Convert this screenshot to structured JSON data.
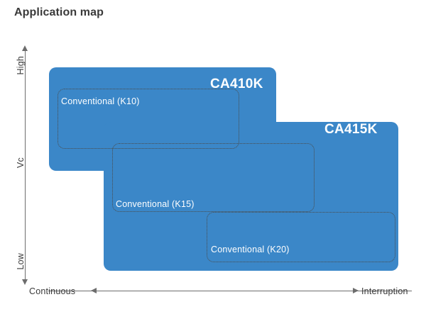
{
  "title": "Application map",
  "axes": {
    "y": {
      "top_label": "High",
      "middle_label": "Vc",
      "bottom_label": "Low"
    },
    "x": {
      "left_label": "Continuous",
      "right_label": "Interruption"
    }
  },
  "regions": [
    {
      "name": "CA410K"
    },
    {
      "name": "CA415K"
    }
  ],
  "conventional": [
    {
      "name": "Conventional (K10)"
    },
    {
      "name": "Conventional (K15)"
    },
    {
      "name": "Conventional (K20)"
    }
  ],
  "colors": {
    "region_fill": "#3b87c8",
    "axis": "#6d6d6d",
    "text": "#3a3a3a",
    "region_label": "#ffffff",
    "dotted_border": "#4a4a4a"
  },
  "chart_data": {
    "type": "area",
    "title": "Application map",
    "xlabel": "",
    "ylabel": "Vc",
    "xlim": [
      0,
      1
    ],
    "ylim": [
      0,
      1
    ],
    "x_tick_labels": [
      "Continuous",
      "Interruption"
    ],
    "y_tick_labels": [
      "Low",
      "High"
    ],
    "grid": false,
    "legend": "none",
    "annotations": [
      "CA410K",
      "CA415K",
      "Conventional (K10)",
      "Conventional (K15)",
      "Conventional (K20)"
    ],
    "series": [
      {
        "name": "CA410K",
        "kind": "solid-region",
        "color": "#3b87c8",
        "x_range": [
          0.0,
          0.627
        ],
        "y_range": [
          0.512,
          0.953
        ]
      },
      {
        "name": "CA415K",
        "kind": "solid-region",
        "color": "#3b87c8",
        "x_range": [
          0.152,
          0.963
        ],
        "y_range": [
          0.085,
          0.721
        ]
      },
      {
        "name": "Conventional (K10)",
        "kind": "dotted-region",
        "x_range": [
          0.025,
          0.525
        ],
        "y_range": [
          0.603,
          0.861
        ]
      },
      {
        "name": "Conventional (K15)",
        "kind": "dotted-region",
        "x_range": [
          0.176,
          0.733
        ],
        "y_range": [
          0.336,
          0.63
        ]
      },
      {
        "name": "Conventional (K20)",
        "kind": "dotted-region",
        "x_range": [
          0.436,
          0.955
        ],
        "y_range": [
          0.121,
          0.336
        ]
      }
    ]
  }
}
